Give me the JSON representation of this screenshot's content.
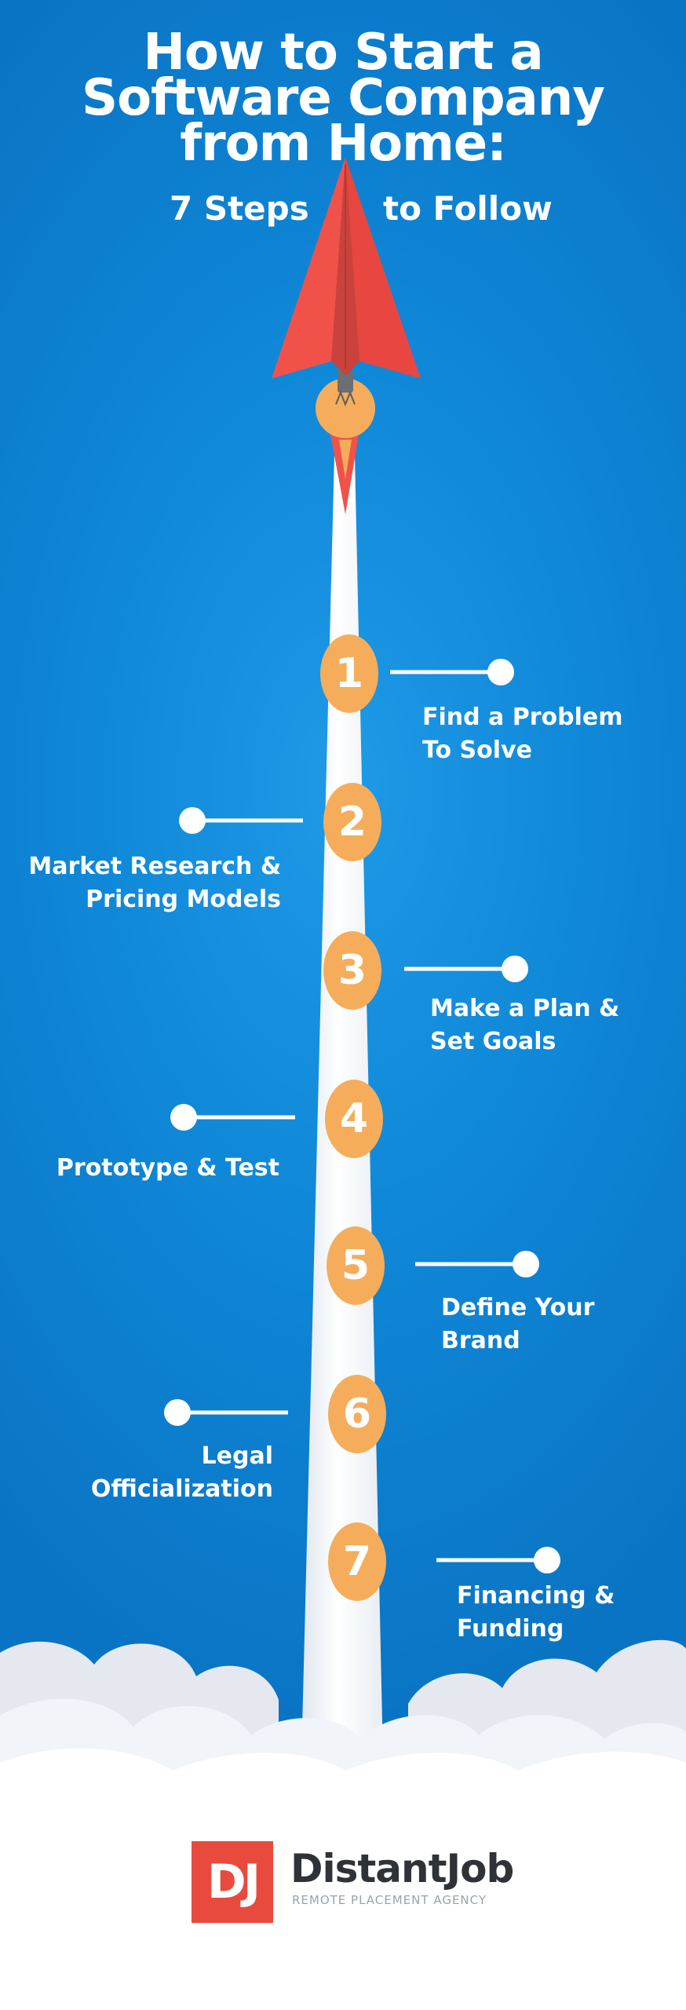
{
  "title": {
    "line1": "How to Start a",
    "line2": "Software Company",
    "line3": "from Home:",
    "sub_left": "7 Steps",
    "sub_right": "to Follow"
  },
  "steps": [
    {
      "number": "1",
      "line1": "Find a Problem",
      "line2": "To Solve"
    },
    {
      "number": "2",
      "line1": "Market Research &",
      "line2": "Pricing Models"
    },
    {
      "number": "3",
      "line1": "Make a Plan &",
      "line2": "Set Goals"
    },
    {
      "number": "4",
      "line1": "Prototype & Test",
      "line2": ""
    },
    {
      "number": "5",
      "line1": "Define Your",
      "line2": "Brand"
    },
    {
      "number": "6",
      "line1": "Legal",
      "line2": "Officialization"
    },
    {
      "number": "7",
      "line1": "Financing &",
      "line2": "Funding"
    }
  ],
  "brand": {
    "logo_text": "DJ",
    "name": "DistantJob",
    "tagline": "REMOTE PLACEMENT AGENCY"
  },
  "colors": {
    "background": "#1088d8",
    "rocket_red": "#f0524a",
    "bulb_orange": "#f5ad5b",
    "badge_orange": "#f5ad5b",
    "trail": "#ffffff",
    "logo_red": "#e84a3d"
  },
  "icons": [
    "paper-plane-icon",
    "lightbulb-icon",
    "flame-icon",
    "cloud-icon"
  ]
}
